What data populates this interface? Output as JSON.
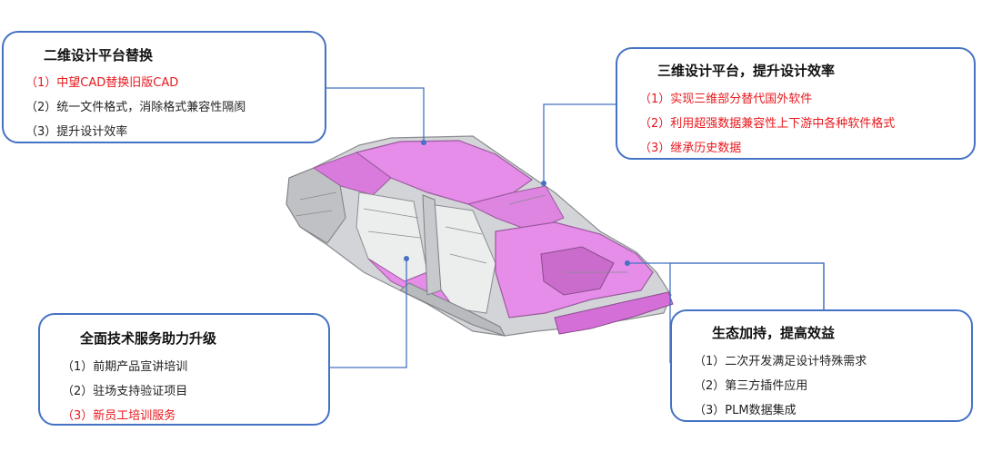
{
  "colors": {
    "box_border": "#4472c4",
    "connector": "#4472c4",
    "highlight_text": "#e8191e",
    "normal_text": "#222222",
    "car_highlight": "#e58de8",
    "car_body": "#cfd0d3"
  },
  "boxes": {
    "top_left": {
      "title": "二维设计平台替换",
      "items": [
        {
          "text": "（1）中望CAD替换旧版CAD",
          "highlight": true
        },
        {
          "text": "（2）统一文件格式，消除格式兼容性隔阂",
          "highlight": false
        },
        {
          "text": "（3）提升设计效率",
          "highlight": false
        }
      ]
    },
    "top_right": {
      "title": "三维设计平台，提升设计效率",
      "items": [
        {
          "text": "（1）实现三维部分替代国外软件",
          "highlight": true
        },
        {
          "text": "（2）利用超强数据兼容性上下游中各种软件格式",
          "highlight": true
        },
        {
          "text": "（3）继承历史数据",
          "highlight": true
        }
      ]
    },
    "bottom_left": {
      "title": "全面技术服务助力升级",
      "items": [
        {
          "text": "（1）前期产品宣讲培训",
          "highlight": false
        },
        {
          "text": "（2）驻场支持验证项目",
          "highlight": false
        },
        {
          "text": "（3）新员工培训服务",
          "highlight": true
        }
      ]
    },
    "bottom_right": {
      "title": "生态加持，提高效益",
      "items": [
        {
          "text": "（1）二次开发满足设计特殊需求",
          "highlight": false
        },
        {
          "text": "（2）第三方插件应用",
          "highlight": false
        },
        {
          "text": "（3）PLM数据集成",
          "highlight": false
        }
      ]
    }
  }
}
